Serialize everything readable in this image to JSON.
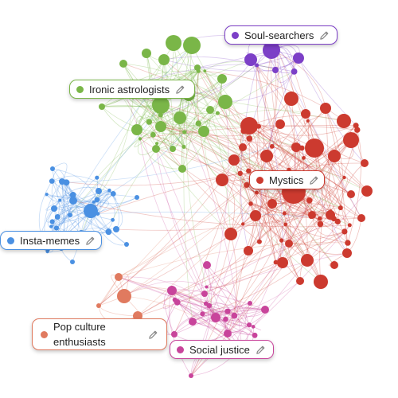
{
  "communities": [
    {
      "id": "soul",
      "label": "Soul-searchers",
      "color": "#7c3fc7",
      "icon": "pencil-icon"
    },
    {
      "id": "astro",
      "label": "Ironic astrologists",
      "color": "#7ab648",
      "icon": "pencil-icon"
    },
    {
      "id": "mystics",
      "label": "Mystics",
      "color": "#cc3a2f",
      "icon": "pencil-icon"
    },
    {
      "id": "insta",
      "label": "Insta-memes",
      "color": "#4a90e2",
      "icon": "pencil-icon"
    },
    {
      "id": "pop",
      "label": "Pop culture enthusiasts",
      "color": "#e07a5f",
      "icon": "pencil-icon"
    },
    {
      "id": "social",
      "label": "Social justice",
      "color": "#c8449b",
      "icon": "pencil-icon"
    }
  ]
}
